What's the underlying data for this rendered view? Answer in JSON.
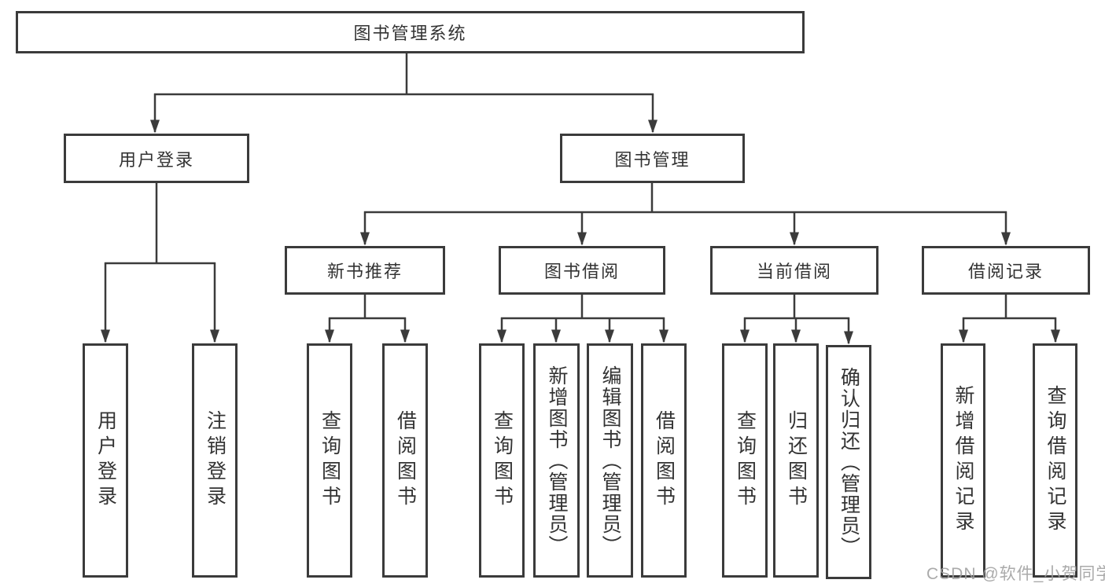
{
  "diagram": {
    "title_node": {
      "label": "图书管理系统"
    },
    "level1": [
      {
        "label": "用户登录"
      },
      {
        "label": "图书管理"
      }
    ],
    "level2": [
      {
        "label": "新书推荐"
      },
      {
        "label": "图书借阅"
      },
      {
        "label": "当前借阅"
      },
      {
        "label": "借阅记录"
      }
    ],
    "leaves": {
      "user_login": [
        {
          "label": "用户登录"
        },
        {
          "label": "注销登录"
        }
      ],
      "new_book_recommend": [
        {
          "label": "查询图书"
        },
        {
          "label": "借阅图书"
        }
      ],
      "book_borrow": [
        {
          "label": "查询图书"
        },
        {
          "label": "新增图书（管理员）"
        },
        {
          "label": "编辑图书（管理员）"
        },
        {
          "label": "借阅图书"
        }
      ],
      "current_borrow": [
        {
          "label": "查询图书"
        },
        {
          "label": "归还图书"
        },
        {
          "label": "确认归还（管理员）"
        }
      ],
      "borrow_records": [
        {
          "label": "新增借阅记录"
        },
        {
          "label": "查询借阅记录"
        }
      ]
    }
  },
  "watermark": {
    "text": "CSDN @软件_小贺同学"
  },
  "colors": {
    "line": "#3b3b3b",
    "box_border": "#3b3b3b",
    "text": "#333333",
    "watermark": "#9e9e9e",
    "background": "#ffffff"
  }
}
